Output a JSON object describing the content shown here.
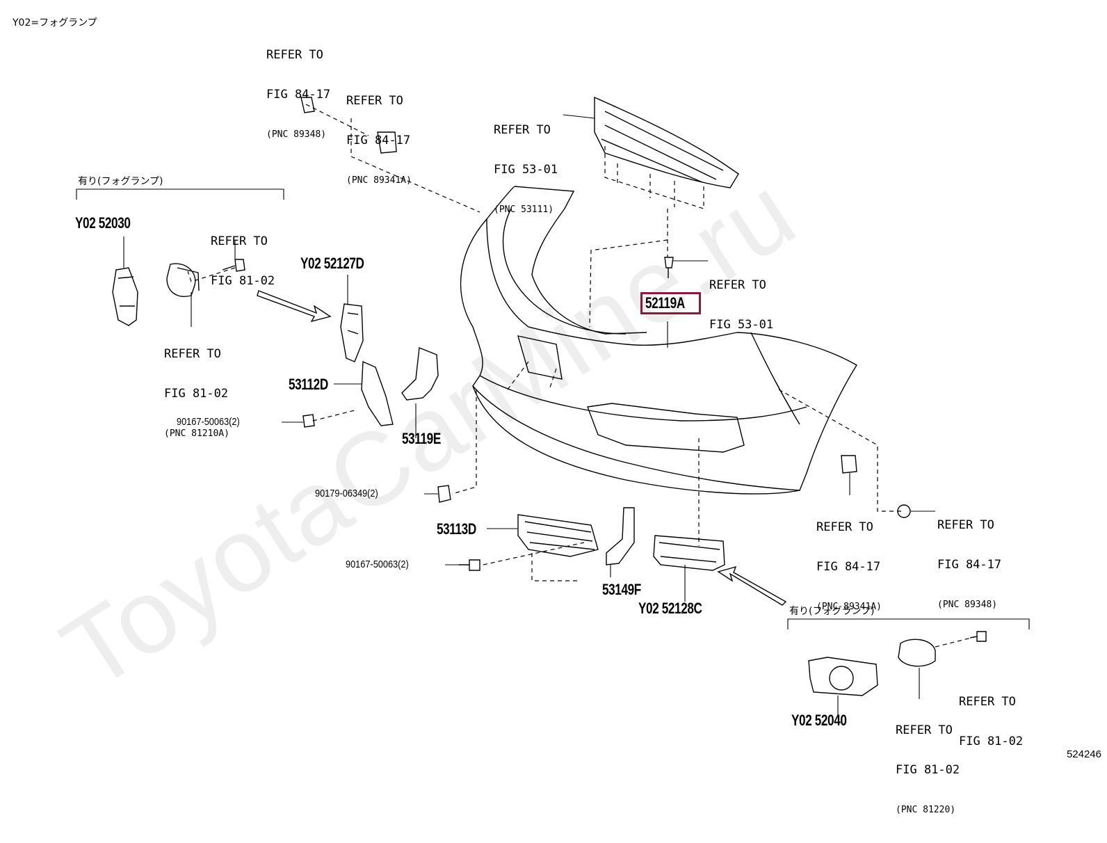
{
  "header": {
    "variant_note": "Y02=フォグランプ"
  },
  "footer": {
    "diagram_ref": "524246"
  },
  "watermark": {
    "text": "ToyotaCarMine.ru"
  },
  "groups": {
    "left_fog_group": "有り(フォグランプ)",
    "right_fog_group": "有り(フォグランプ)"
  },
  "refer_labels": {
    "ref_84_17_top_a": {
      "line1": "REFER TO",
      "line2": "FIG 84-17",
      "line3": "(PNC 89348)"
    },
    "ref_84_17_top_b": {
      "line1": "REFER TO",
      "line2": "FIG 84-17",
      "line3": "(PNC 89341A)"
    },
    "ref_53_01_grille": {
      "line1": "REFER TO",
      "line2": "FIG 53-01",
      "line3": "(PNC 53111)"
    },
    "ref_53_01_clip": {
      "line1": "REFER TO",
      "line2": "FIG 53-01"
    },
    "ref_81_02_screw_left": {
      "line1": "REFER TO",
      "line2": "FIG 81-02"
    },
    "ref_81_02_lamp_left": {
      "line1": "REFER TO",
      "line2": "FIG 81-02",
      "line3": "(PNC 81210A)"
    },
    "ref_84_17_right_a": {
      "line1": "REFER TO",
      "line2": "FIG 84-17",
      "line3": "(PNC 89341A)"
    },
    "ref_84_17_right_b": {
      "line1": "REFER TO",
      "line2": "FIG 84-17",
      "line3": "(PNC 89348)"
    },
    "ref_81_02_screw_right": {
      "line1": "REFER TO",
      "line2": "FIG 81-02"
    },
    "ref_81_02_lamp_right": {
      "line1": "REFER TO",
      "line2": "FIG 81-02",
      "line3": "(PNC 81220)"
    }
  },
  "parts": {
    "p_y02_52030": "Y02 52030",
    "p_y02_52127d": "Y02 52127D",
    "p_52119a": "52119A",
    "p_53112d": "53112D",
    "p_53119e": "53119E",
    "p_53113d": "53113D",
    "p_53149f": "53149F",
    "p_y02_52128c": "Y02 52128C",
    "p_y02_52040": "Y02 52040",
    "p_90167_a": "90167-50063(2)",
    "p_90179": "90179-06349(2)",
    "p_90167_b": "90167-50063(2)"
  },
  "highlight_color": "#8b1a3a"
}
